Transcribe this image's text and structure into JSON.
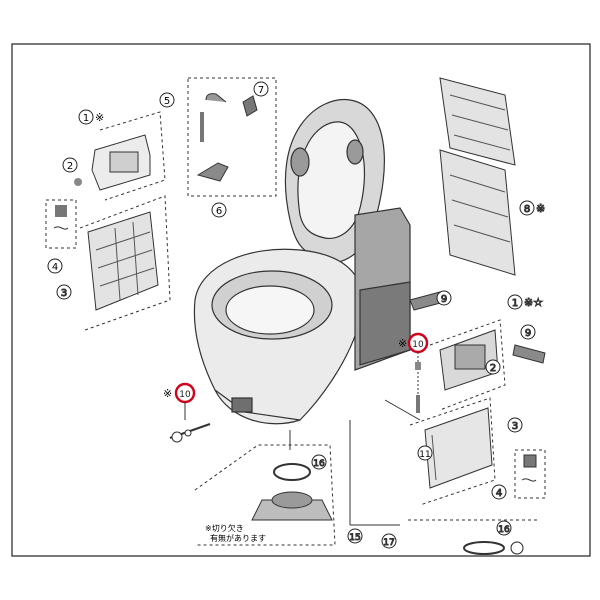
{
  "callouts": {
    "c1a": "1",
    "c1a_mark": "※",
    "c2a": "2",
    "c3a": "3",
    "c4a": "4",
    "c5": "5",
    "c6": "6",
    "c7": "7",
    "c8": "8",
    "c8_mark": "※",
    "c9a": "9",
    "c9b": "9",
    "c1b": "1",
    "c1b_mark": "※☆",
    "c10a": "10",
    "c10a_mark": "※",
    "c10b": "10",
    "c10b_mark": "※",
    "c2b": "2",
    "c3b": "3",
    "c4b": "4",
    "c11": "11",
    "c15": "15",
    "c16a": "16",
    "c16b": "16",
    "c17": "17"
  },
  "note": {
    "line1": "※切り欠き",
    "line2": "有無があります"
  },
  "colors": {
    "line": "#222222",
    "highlight": "#d0021b",
    "fill_light": "#e6e6e6",
    "fill_mid": "#bdbdbd",
    "fill_dark": "#6f6f6f"
  }
}
